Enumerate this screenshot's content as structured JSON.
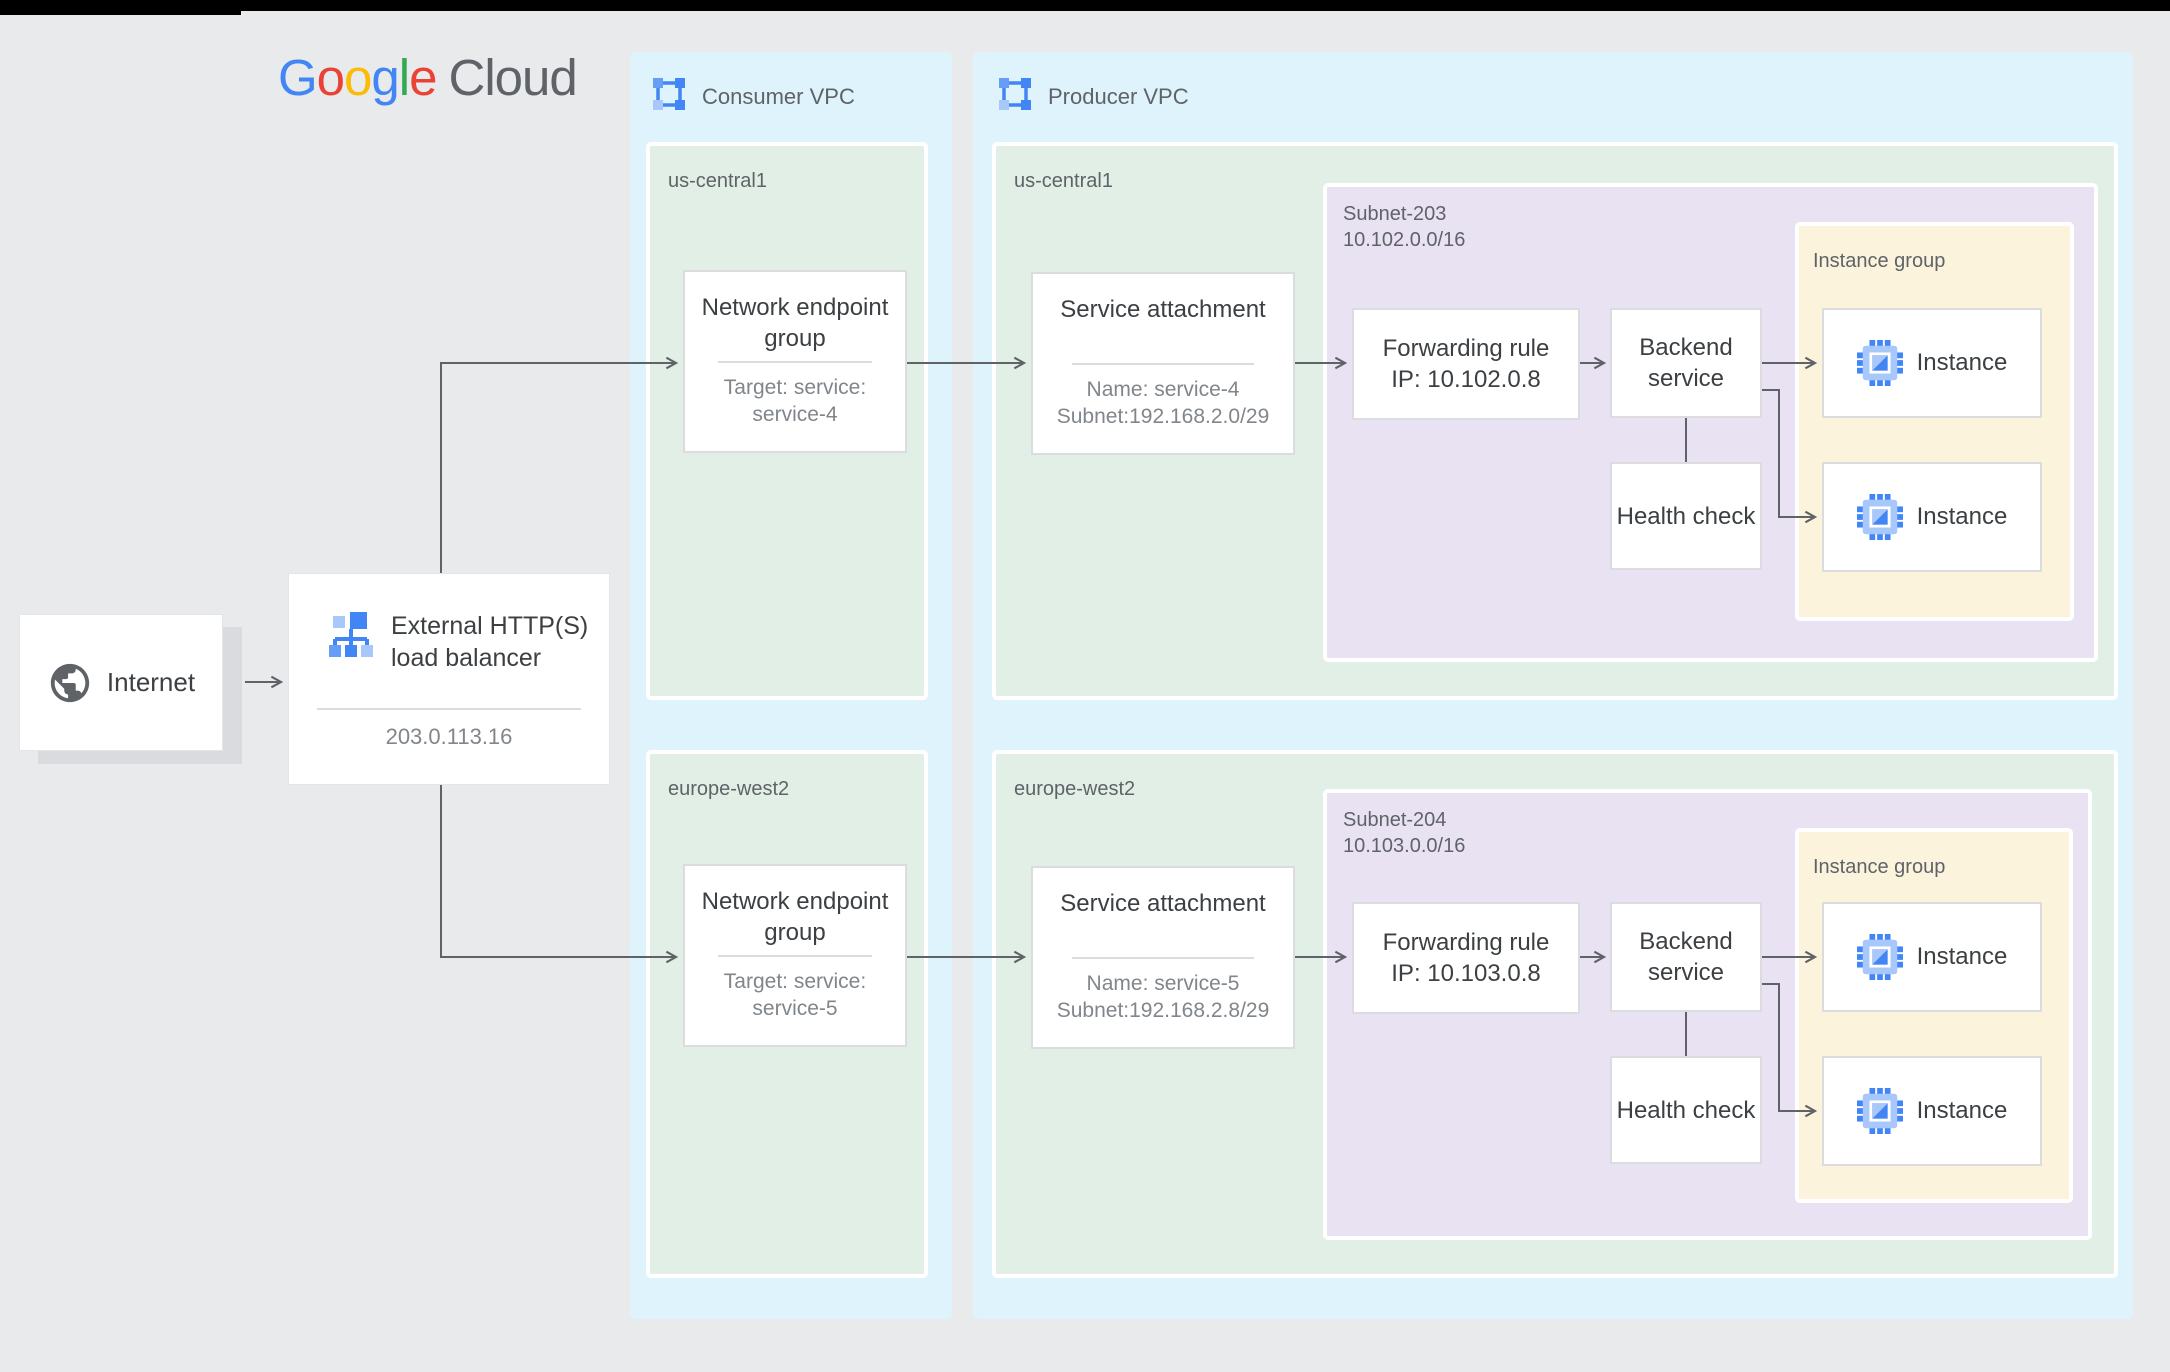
{
  "logo": {
    "letters": [
      "G",
      "o",
      "o",
      "g",
      "l",
      "e"
    ],
    "cloud": "Cloud"
  },
  "internet": {
    "label": "Internet"
  },
  "load_balancer": {
    "title": "External HTTP(S) load balancer",
    "ip": "203.0.113.16"
  },
  "consumer_vpc": {
    "label": "Consumer VPC",
    "regions": [
      {
        "name": "us-central1",
        "neg": {
          "title": "Network endpoint group",
          "target": "Target: service: service-4"
        }
      },
      {
        "name": "europe-west2",
        "neg": {
          "title": "Network endpoint group",
          "target": "Target: service: service-5"
        }
      }
    ]
  },
  "producer_vpc": {
    "label": "Producer VPC",
    "regions": [
      {
        "name": "us-central1",
        "service_attachment": {
          "title": "Service attachment",
          "name_line": "Name: service-4",
          "subnet_line": "Subnet:192.168.2.0/29"
        },
        "subnet": {
          "name": "Subnet-203",
          "cidr": "10.102.0.0/16",
          "forwarding_rule": {
            "title": "Forwarding rule",
            "ip": "IP: 10.102.0.8"
          },
          "backend_service": "Backend service",
          "health_check": "Health check",
          "instance_group": {
            "label": "Instance group",
            "instances": [
              "Instance",
              "Instance"
            ]
          }
        }
      },
      {
        "name": "europe-west2",
        "service_attachment": {
          "title": "Service attachment",
          "name_line": "Name: service-5",
          "subnet_line": "Subnet:192.168.2.8/29"
        },
        "subnet": {
          "name": "Subnet-204",
          "cidr": "10.103.0.0/16",
          "forwarding_rule": {
            "title": "Forwarding rule",
            "ip": "IP: 10.103.0.8"
          },
          "backend_service": "Backend service",
          "health_check": "Health check",
          "instance_group": {
            "label": "Instance group",
            "instances": [
              "Instance",
              "Instance"
            ]
          }
        }
      }
    ]
  },
  "colors": {
    "canvas": "#E8EAEC",
    "vpc": "#DFF3FD",
    "region": "#E2EFE6",
    "subnet": "#E9E2F3",
    "instance_group": "#FBF3DC",
    "connector": "#5F6368",
    "google_blue": "#4285F4",
    "google_red": "#EA4335",
    "google_yellow": "#FBBC05",
    "google_green": "#34A853",
    "icon_light_blue": "#A8C7FA"
  }
}
